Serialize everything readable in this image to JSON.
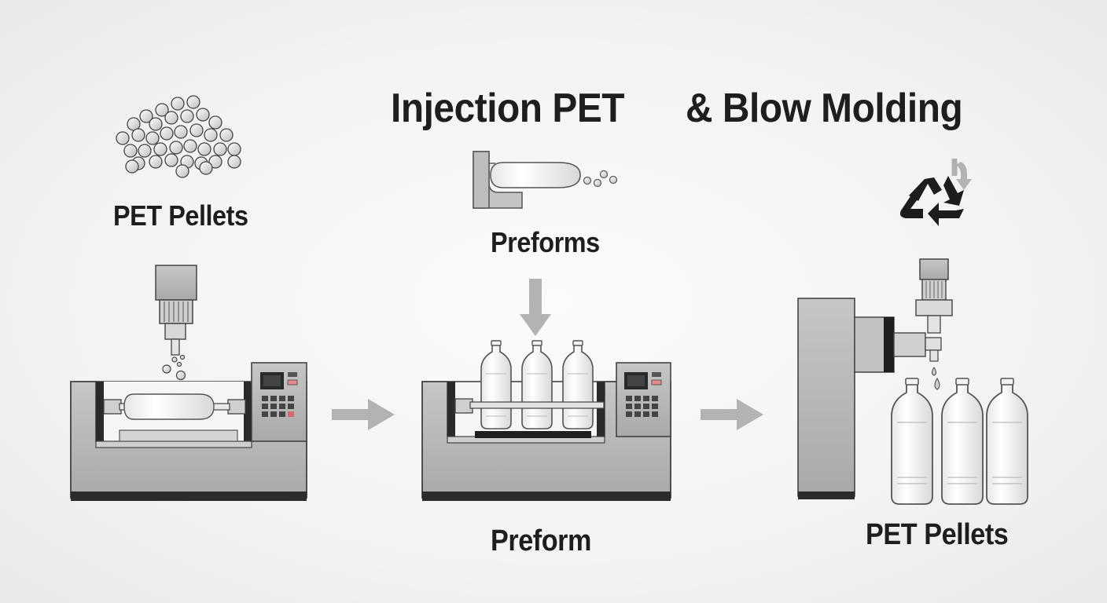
{
  "title": {
    "left": "Injection PET",
    "right": "& Blow Molding"
  },
  "labels": {
    "pellets_top": "PET Pellets",
    "preforms": "Preforms",
    "preform": "Preform",
    "pellets_bottom": "PET Pellets"
  },
  "icons": [
    "pellets-icon",
    "preform-mold-icon",
    "recycle-icon",
    "arrow-right-icon",
    "arrow-down-icon",
    "injection-machine-icon",
    "blow-molding-machine-icon",
    "bottle-icon"
  ],
  "colors": {
    "machine_gray": "#b9b9b9",
    "machine_outline": "#3a3a3a",
    "dark_base": "#2b2b2b",
    "arrow_gray": "#b0b0b0",
    "text": "#1e1e1e"
  }
}
